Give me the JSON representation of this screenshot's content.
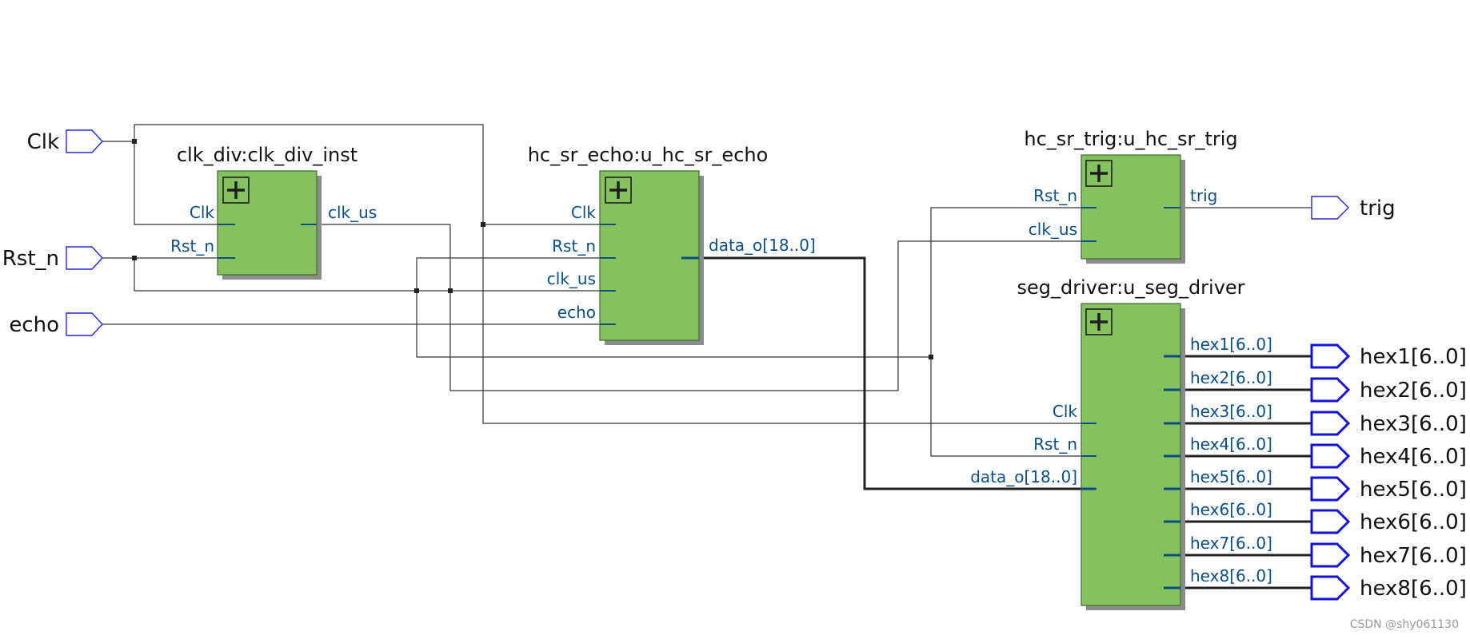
{
  "inputs": [
    "Clk",
    "Rst_n",
    "echo"
  ],
  "outputs": [
    "trig",
    "hex1[6..0]",
    "hex2[6..0]",
    "hex3[6..0]",
    "hex4[6..0]",
    "hex5[6..0]",
    "hex6[6..0]",
    "hex7[6..0]",
    "hex8[6..0]"
  ],
  "blocks": {
    "clk_div": {
      "title": "clk_div:clk_div_inst",
      "in_ports": [
        "Clk",
        "Rst_n"
      ],
      "out_ports": [
        "clk_us"
      ]
    },
    "echo": {
      "title": "hc_sr_echo:u_hc_sr_echo",
      "in_ports": [
        "Clk",
        "Rst_n",
        "clk_us",
        "echo"
      ],
      "out_ports": [
        "data_o[18..0]"
      ]
    },
    "trig": {
      "title": "hc_sr_trig:u_hc_sr_trig",
      "in_ports": [
        "Rst_n",
        "clk_us"
      ],
      "out_ports": [
        "trig"
      ]
    },
    "seg": {
      "title": "seg_driver:u_seg_driver",
      "in_ports": [
        "Clk",
        "Rst_n",
        "data_o[18..0]"
      ],
      "out_ports": [
        "hex1[6..0]",
        "hex2[6..0]",
        "hex3[6..0]",
        "hex4[6..0]",
        "hex5[6..0]",
        "hex6[6..0]",
        "hex7[6..0]",
        "hex8[6..0]"
      ]
    }
  },
  "watermark": "CSDN @shy061130"
}
